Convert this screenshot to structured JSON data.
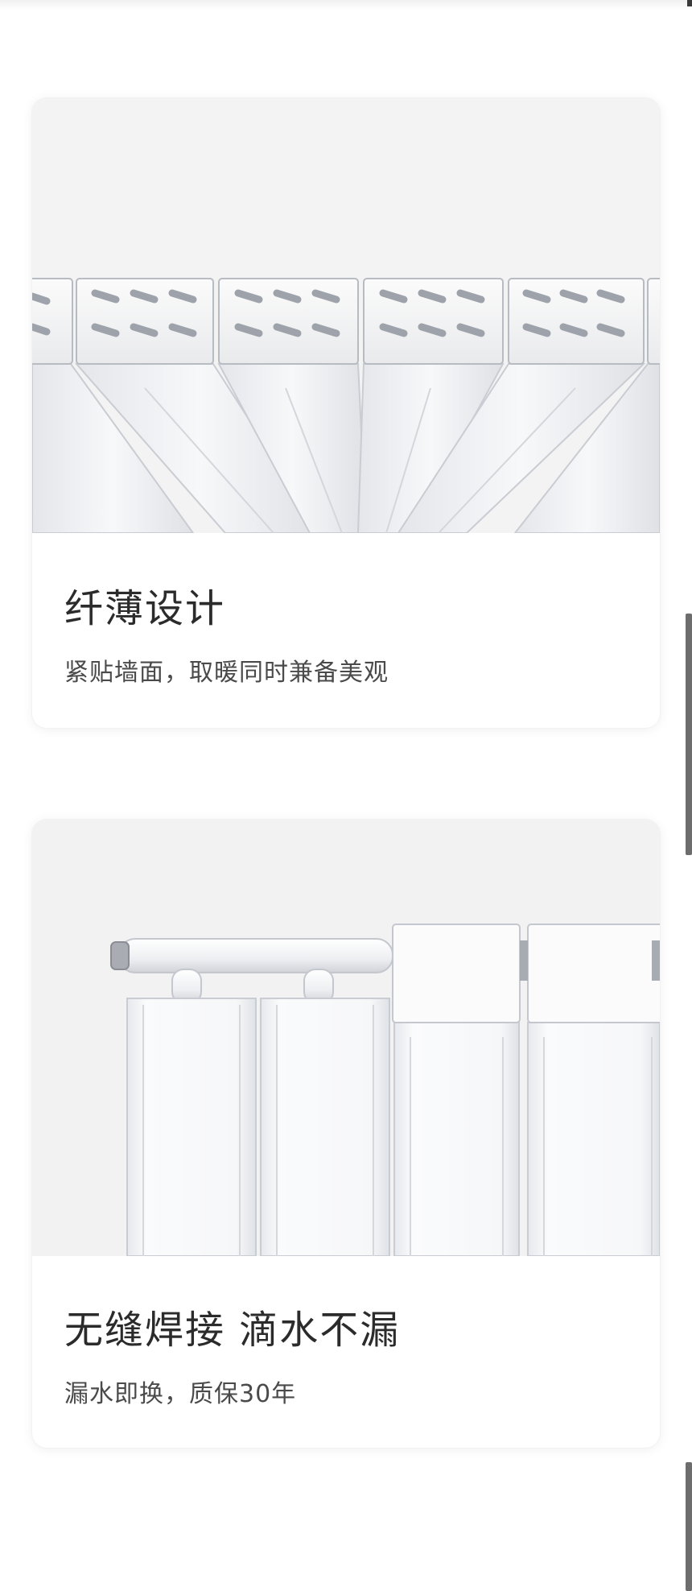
{
  "features": [
    {
      "title": "纤薄设计",
      "subtitle": "紧贴墙面，取暖同时兼备美观"
    },
    {
      "title": "无缝焊接 滴水不漏",
      "subtitle": "漏水即换，质保30年"
    }
  ]
}
